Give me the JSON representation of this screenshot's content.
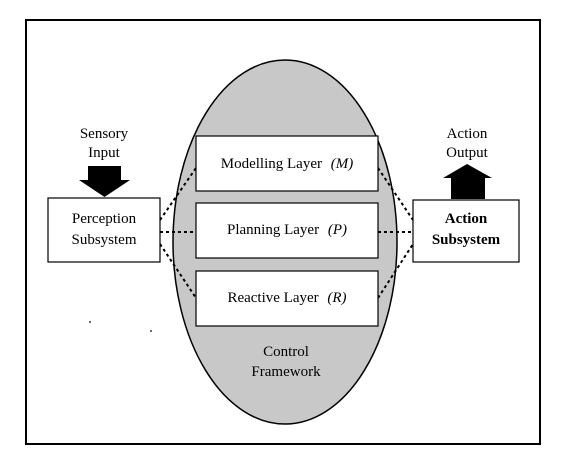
{
  "sensory_input": {
    "line1": "Sensory",
    "line2": "Input"
  },
  "action_output": {
    "line1": "Action",
    "line2": "Output"
  },
  "perception": {
    "line1": "Perception",
    "line2": "Subsystem"
  },
  "action_subsystem": {
    "line1": "Action",
    "line2": "Subsystem"
  },
  "layers": {
    "modelling": {
      "name": "Modelling Layer",
      "symbol": "(M)"
    },
    "planning": {
      "name": "Planning Layer",
      "symbol": "(P)"
    },
    "reactive": {
      "name": "Reactive Layer",
      "symbol": "(R)"
    }
  },
  "control_framework": {
    "line1": "Control",
    "line2": "Framework"
  },
  "colors": {
    "ellipse_fill": "#c8c8c8",
    "box_fill": "#ffffff",
    "stroke": "#000000"
  }
}
